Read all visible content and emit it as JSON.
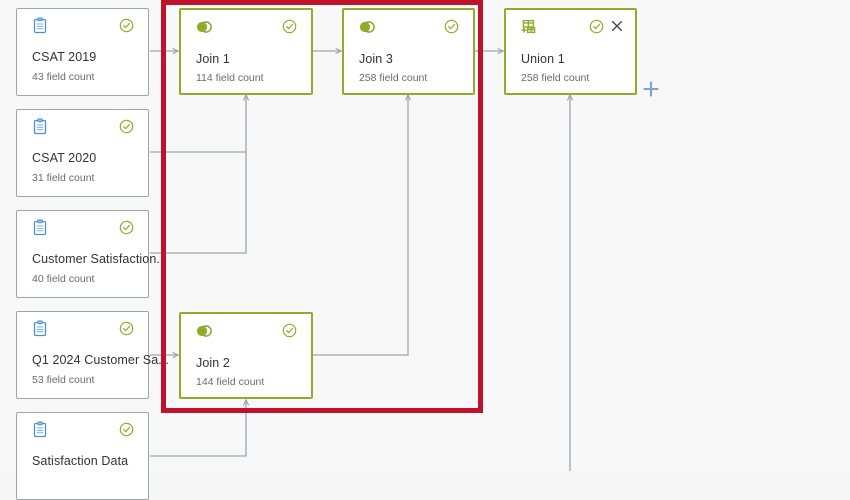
{
  "canvas": {
    "background": "#f8f8f8",
    "highlight_color": "#c0132b",
    "accent_green": "#8ead2a",
    "accent_blue": "#5b9bd5",
    "connector_color": "#9aa5ad"
  },
  "sources": [
    {
      "icon": "clipboard-icon",
      "status_icon": "check-circle-icon",
      "title": "CSAT 2019",
      "subtitle": "43 field count"
    },
    {
      "icon": "clipboard-icon",
      "status_icon": "check-circle-icon",
      "title": "CSAT 2020",
      "subtitle": "31 field count"
    },
    {
      "icon": "clipboard-icon",
      "status_icon": "check-circle-icon",
      "title": "Customer Satisfaction...",
      "subtitle": "40 field count"
    },
    {
      "icon": "clipboard-icon",
      "status_icon": "check-circle-icon",
      "title": "Q1 2024 Customer Sa...",
      "subtitle": "53 field count"
    },
    {
      "icon": "clipboard-icon",
      "status_icon": "check-circle-icon",
      "title": "Satisfaction Data",
      "subtitle": ""
    }
  ],
  "operations": [
    {
      "icon": "join-icon",
      "status_icon": "check-circle-icon",
      "title": "Join 1",
      "subtitle": "114 field count"
    },
    {
      "icon": "join-icon",
      "status_icon": "check-circle-icon",
      "title": "Join 3",
      "subtitle": "258 field count"
    },
    {
      "icon": "join-icon",
      "status_icon": "check-circle-icon",
      "title": "Join 2",
      "subtitle": "144 field count"
    },
    {
      "icon": "union-icon",
      "status_icon": "check-circle-icon",
      "close_icon": "close-icon",
      "title": "Union 1",
      "subtitle": "258 field count"
    }
  ],
  "add_button": {
    "icon": "plus-icon",
    "label": "+"
  }
}
